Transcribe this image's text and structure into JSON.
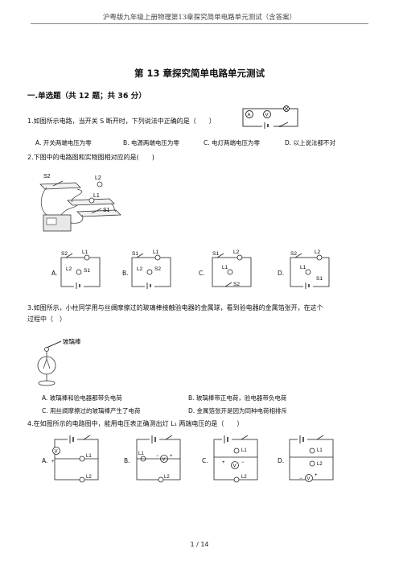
{
  "header": {
    "text": "沪粤版九年级上册物理第13章探究简单电路单元测试（含答案）"
  },
  "doc_title": "第 13 章探究简单电路单元测试",
  "section": "一.单选题（共 12 题；共 36 分）",
  "questions": [
    {
      "stem": "1.如图所示电路，当开关 S 断开时，下列说法中正确的是（　　）",
      "options": [
        "A. 开关两端电压为零",
        "B. 电源两端电压为零",
        "C. 电灯两端电压为零",
        "D. 以上说法都不对"
      ]
    },
    {
      "stem": "2.下图中的电路图和实物图相对应的是(　　)",
      "options": [
        "A.",
        "B.",
        "C.",
        "D."
      ]
    },
    {
      "stem_l1": "3.如图所示，小柱同学用与丝绸摩擦过的玻璃棒接触验电器的金属球，看到验电器的金属箔张开，在这个",
      "stem_l2": "过程中（　）",
      "options": [
        "A. 玻璃棒和验电器都带负电荷",
        "B. 玻璃棒带正电荷，验电器带负电荷",
        "C. 用丝绸摩擦过的玻璃棒产生了电荷",
        "D. 金属箔张开是因为同种电荷相排斥"
      ]
    },
    {
      "stem": "4.在如图所示的电路图中，能用电压表正确测出灯 L₁ 两端电压的是（　　）",
      "options": [
        "A.",
        "B.",
        "C.",
        "D."
      ]
    }
  ],
  "diagram_labels": {
    "s1": "S1",
    "s2": "S2",
    "l1": "L1",
    "l2": "L2",
    "v": "V",
    "a": "A",
    "plus": "+",
    "minus": "−",
    "sub1": "1",
    "sub2": "2",
    "electroscope_text": "玻璃棒"
  },
  "footer": "1  /  14"
}
